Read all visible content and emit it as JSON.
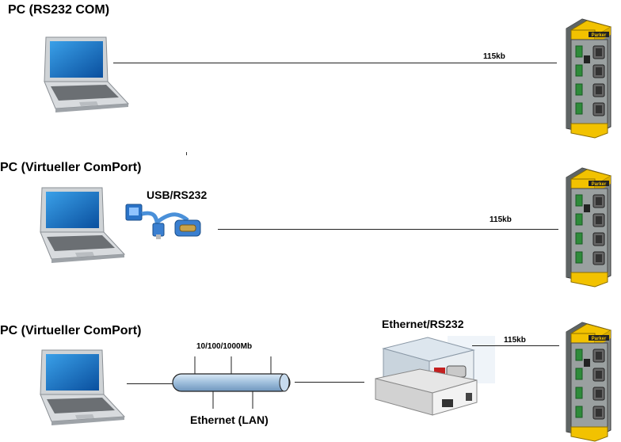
{
  "row1": {
    "title": "PC (RS232 COM)",
    "speed": "115kb"
  },
  "row2": {
    "title": "PC (Virtueller ComPort)",
    "adapter_label": "USB/RS232",
    "speed": "115kb"
  },
  "row3": {
    "title": "PC (Virtueller ComPort)",
    "network_speed": "10/100/1000Mb",
    "network_label": "Ethernet (LAN)",
    "converter_label": "Ethernet/RS232",
    "speed": "115kb"
  },
  "brand_text": "Parker",
  "colors": {
    "drive_yellow": "#f2c200",
    "drive_body": "#9aa0a0",
    "connector_green": "#2e8b3a",
    "cable_blue": "#9fbfdc"
  }
}
